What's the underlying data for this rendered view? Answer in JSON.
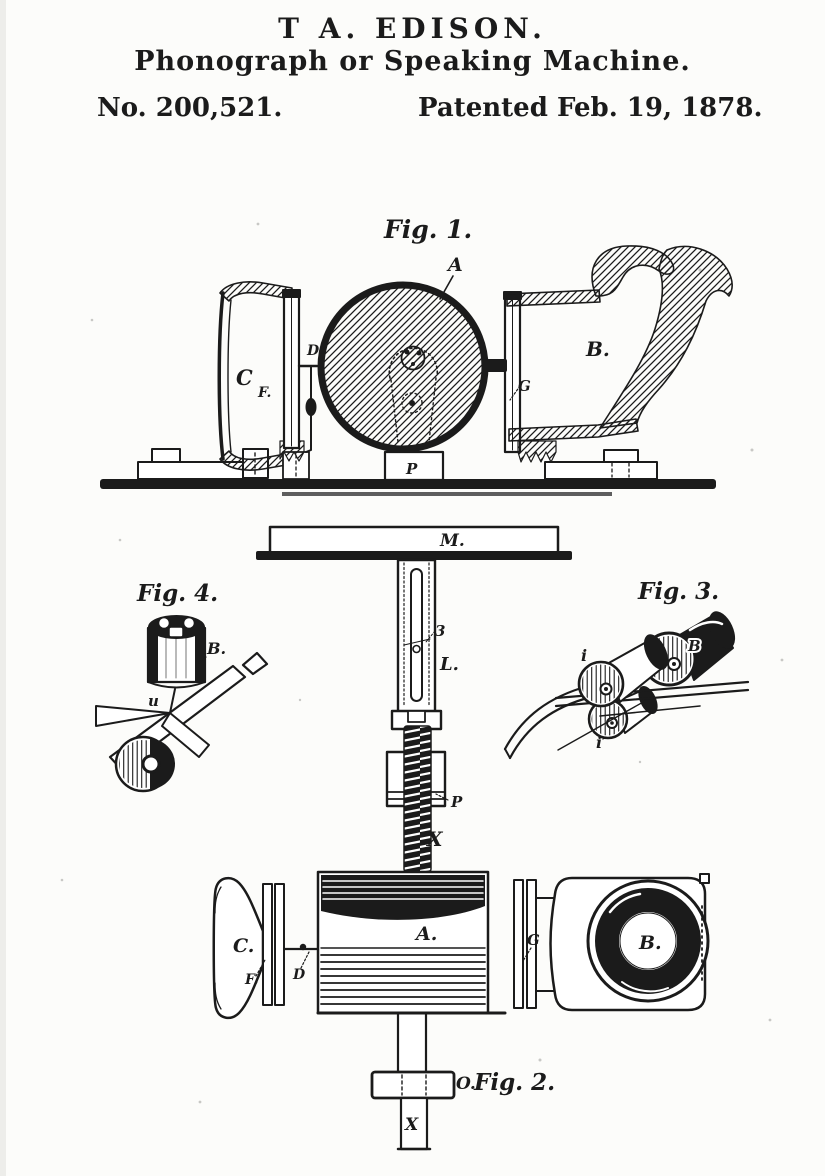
{
  "colors": {
    "ink": "#1b1b1b",
    "paper": "#fcfcfa"
  },
  "header": {
    "title_line1": "T A. EDISON.",
    "title_line2": "Phonograph or Speaking Machine.",
    "patent_number": "No. 200,521.",
    "patent_date": "Patented Feb. 19, 1878."
  },
  "fig1": {
    "caption": "Fig. 1.",
    "labels": {
      "A": "A",
      "B": "B.",
      "C": "C",
      "D": "D",
      "F": "F.",
      "G": "G",
      "P": "P"
    }
  },
  "column": {
    "M": "M.",
    "s3": "3",
    "L": "L.",
    "P": "P",
    "X": "X"
  },
  "fig3": {
    "caption": "Fig. 3.",
    "labels": {
      "i": "i",
      "B": "B",
      "i2": "i′"
    }
  },
  "fig4": {
    "caption": "Fig. 4.",
    "labels": {
      "B": "B.",
      "u": "u"
    }
  },
  "fig2": {
    "caption": "Fig. 2.",
    "labels": {
      "C": "C.",
      "F": "F.",
      "D": "D",
      "A": "A.",
      "G": "G",
      "B": "B.",
      "O": "O.",
      "X": "X"
    }
  }
}
